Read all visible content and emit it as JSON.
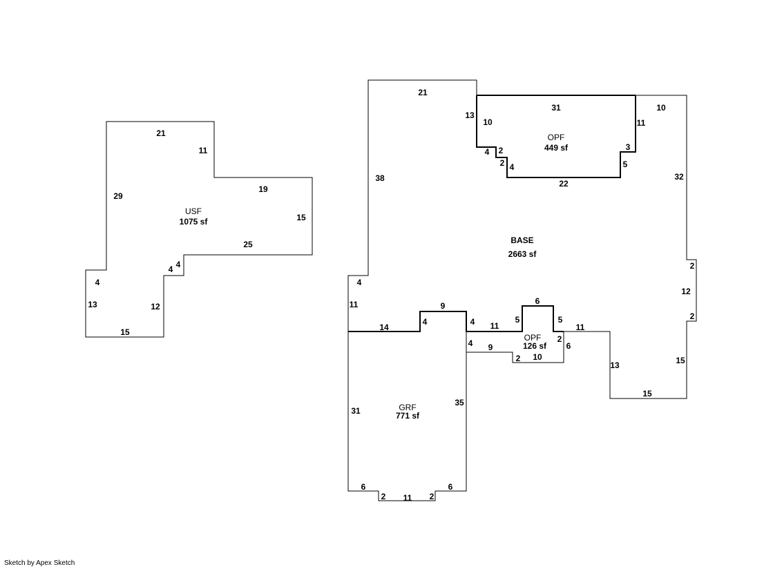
{
  "footer": "Sketch by Apex Sketch",
  "areas": {
    "usf": {
      "name": "USF",
      "size": "1075 sf"
    },
    "base": {
      "name": "BASE",
      "size": "2663 sf"
    },
    "opf_top": {
      "name": "OPF",
      "size": "449 sf"
    },
    "opf_small": {
      "name": "OPF",
      "size": "126 sf"
    },
    "grf": {
      "name": "GRF",
      "size": "771 sf"
    }
  },
  "dims": {
    "usf": [
      "21",
      "11",
      "19",
      "15",
      "25",
      "4",
      "4",
      "12",
      "15",
      "13",
      "4",
      "29"
    ],
    "base": [
      "21",
      "13",
      "10",
      "31",
      "10",
      "11",
      "38",
      "32",
      "2",
      "12",
      "2",
      "15",
      "15",
      "13",
      "11",
      "4",
      "11",
      "14",
      "4",
      "9",
      "4",
      "11",
      "5",
      "6",
      "5"
    ],
    "opf_top": [
      "4",
      "2",
      "2",
      "4",
      "22",
      "5",
      "3"
    ],
    "opf_small": [
      "2",
      "6",
      "10",
      "2",
      "9",
      "4"
    ],
    "grf": [
      "31",
      "35",
      "6",
      "2",
      "11",
      "2",
      "6"
    ]
  }
}
